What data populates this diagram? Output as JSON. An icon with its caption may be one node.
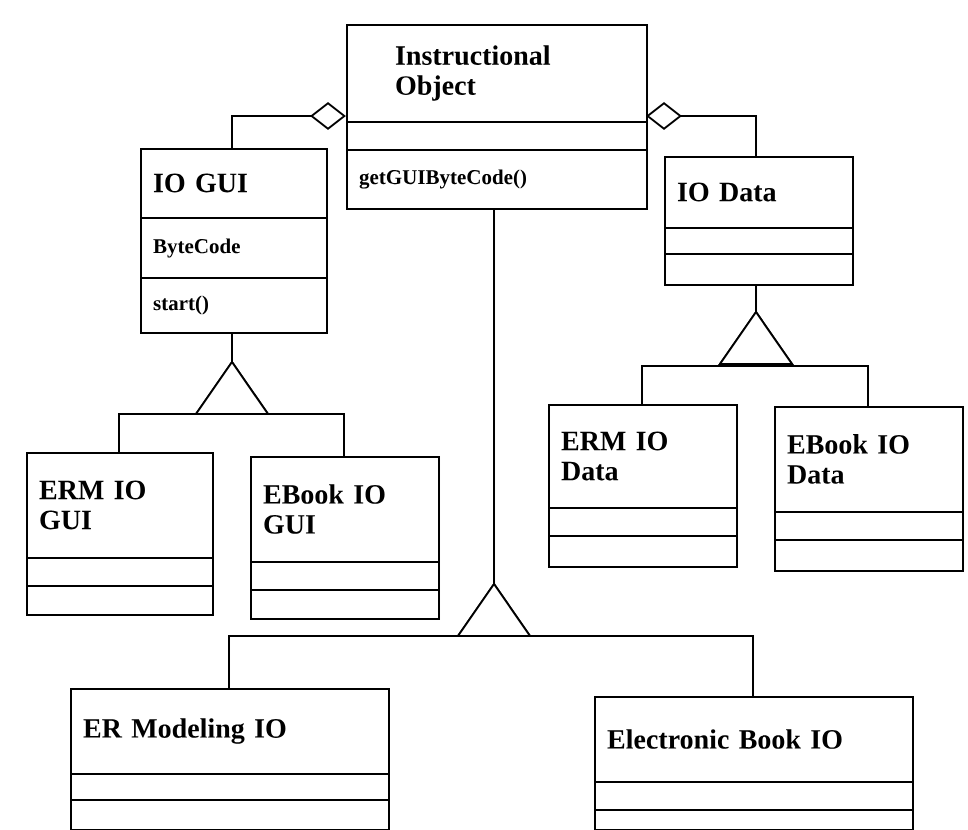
{
  "diagram": {
    "nodes": [
      {
        "text": [
          "Instructional Object",
          "getGUIByteCode()"
        ]
      },
      {
        "text": [
          "IO GUI",
          "ByteCode",
          "start()"
        ]
      },
      {
        "text": [
          "IO Data"
        ]
      },
      {
        "text": [
          "ERM IO Data"
        ]
      },
      {
        "text": [
          "EBook IO Data"
        ]
      },
      {
        "text": [
          "ERM IO GUI"
        ]
      },
      {
        "text": [
          "EBook IO GUI"
        ]
      },
      {
        "text": [
          "ER Modeling IO"
        ]
      },
      {
        "text": [
          "Electronic Book IO"
        ]
      }
    ],
    "edges": [
      {
        "from": 1,
        "to": 0,
        "arrow": "other"
      },
      {
        "from": 2,
        "to": 0,
        "arrow": "other"
      },
      {
        "from": 5,
        "to": 1,
        "arrow": "to"
      },
      {
        "from": 6,
        "to": 1,
        "arrow": "to"
      },
      {
        "from": 3,
        "to": 2,
        "arrow": "to"
      },
      {
        "from": 4,
        "to": 2,
        "arrow": "to"
      },
      {
        "from": 7,
        "to": 0,
        "arrow": "to"
      },
      {
        "from": 8,
        "to": 0,
        "arrow": "to"
      }
    ]
  }
}
